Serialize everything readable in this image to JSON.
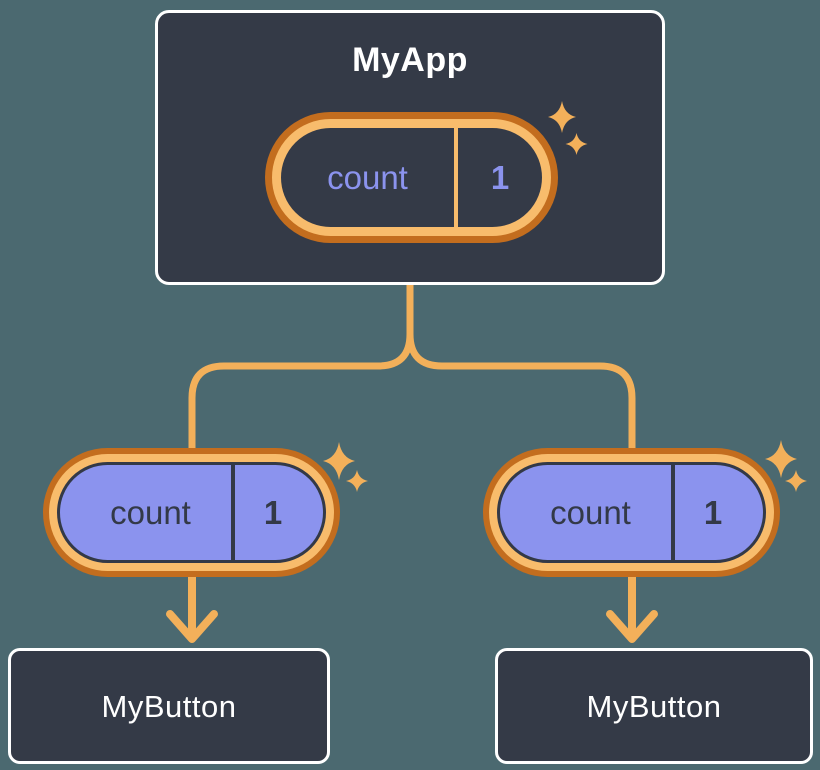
{
  "diagram": {
    "root": {
      "title": "MyApp",
      "state_pill": {
        "key": "count",
        "value": "1"
      }
    },
    "children": [
      {
        "title": "MyButton",
        "prop_pill": {
          "key": "count",
          "value": "1"
        }
      },
      {
        "title": "MyButton",
        "prop_pill": {
          "key": "count",
          "value": "1"
        }
      }
    ]
  },
  "icons": {
    "sparkle": "sparkle-icon",
    "arrow": "arrow-down-icon"
  },
  "colors": {
    "background": "#4B6970",
    "node_fill": "#343A47",
    "node_border": "#FFFFFF",
    "accent_orange_dark": "#C36D1E",
    "accent_orange_light": "#F8BC6C",
    "connector_orange": "#F3B05A",
    "state_purple": "#8B93EE",
    "dark_text": "#333947",
    "white_text": "#FFFFFF"
  }
}
